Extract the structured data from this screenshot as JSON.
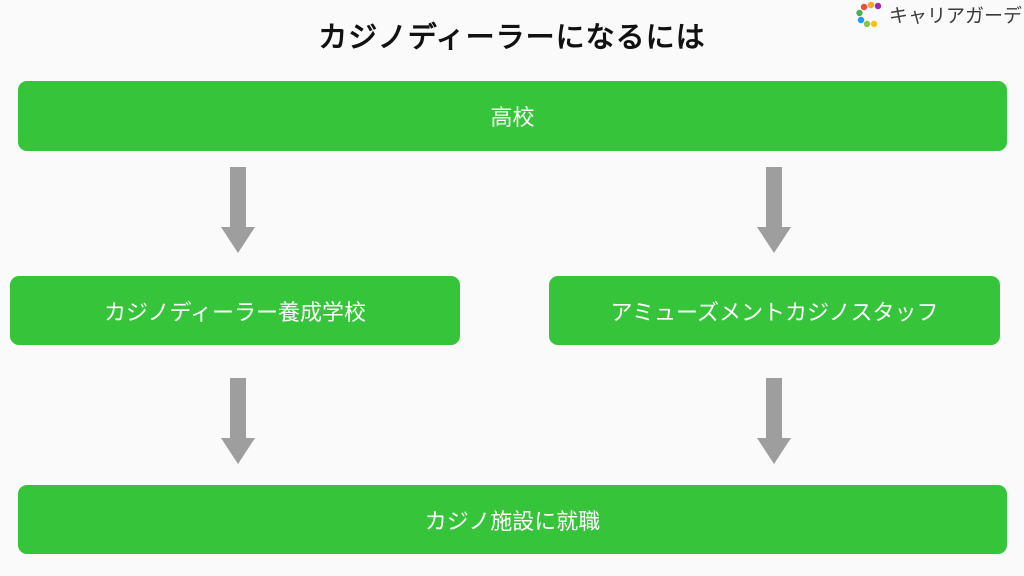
{
  "title": "カジノディーラーになるには",
  "logo": {
    "text": "キャリアガーデン",
    "icon": "career-garden-logo"
  },
  "flow": {
    "top": "高校",
    "left": "カジノディーラー養成学校",
    "right": "アミューズメントカジノスタッフ",
    "bottom": "カジノ施設に就職"
  },
  "colors": {
    "box": "#36c53a",
    "arrow": "#9e9e9e",
    "text": "#ffffff"
  }
}
